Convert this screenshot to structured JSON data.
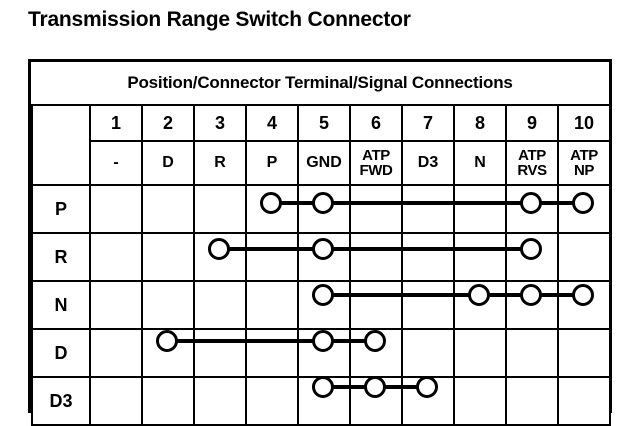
{
  "page": {
    "title": "Transmission Range Switch Connector",
    "background_color": "#ffffff",
    "ink_color": "#000000"
  },
  "table": {
    "caption": "Position/Connector Terminal/Signal Connections",
    "row_header_label": "",
    "terminal_numbers": [
      "1",
      "2",
      "3",
      "4",
      "5",
      "6",
      "7",
      "8",
      "9",
      "10"
    ],
    "signal_names": [
      {
        "line1": "-",
        "line2": ""
      },
      {
        "line1": "D",
        "line2": ""
      },
      {
        "line1": "R",
        "line2": ""
      },
      {
        "line1": "P",
        "line2": ""
      },
      {
        "line1": "GND",
        "line2": ""
      },
      {
        "line1": "ATP",
        "line2": "FWD"
      },
      {
        "line1": "D3",
        "line2": ""
      },
      {
        "line1": "N",
        "line2": ""
      },
      {
        "line1": "ATP",
        "line2": "RVS"
      },
      {
        "line1": "ATP",
        "line2": "NP"
      }
    ],
    "rows": [
      {
        "position": "P",
        "connected_terminals": [
          4,
          5,
          9,
          10
        ]
      },
      {
        "position": "R",
        "connected_terminals": [
          3,
          5,
          9
        ]
      },
      {
        "position": "N",
        "connected_terminals": [
          5,
          8,
          9,
          10
        ]
      },
      {
        "position": "D",
        "connected_terminals": [
          2,
          5,
          6
        ]
      },
      {
        "position": "D3",
        "connected_terminals": [
          5,
          6,
          7
        ]
      }
    ]
  }
}
